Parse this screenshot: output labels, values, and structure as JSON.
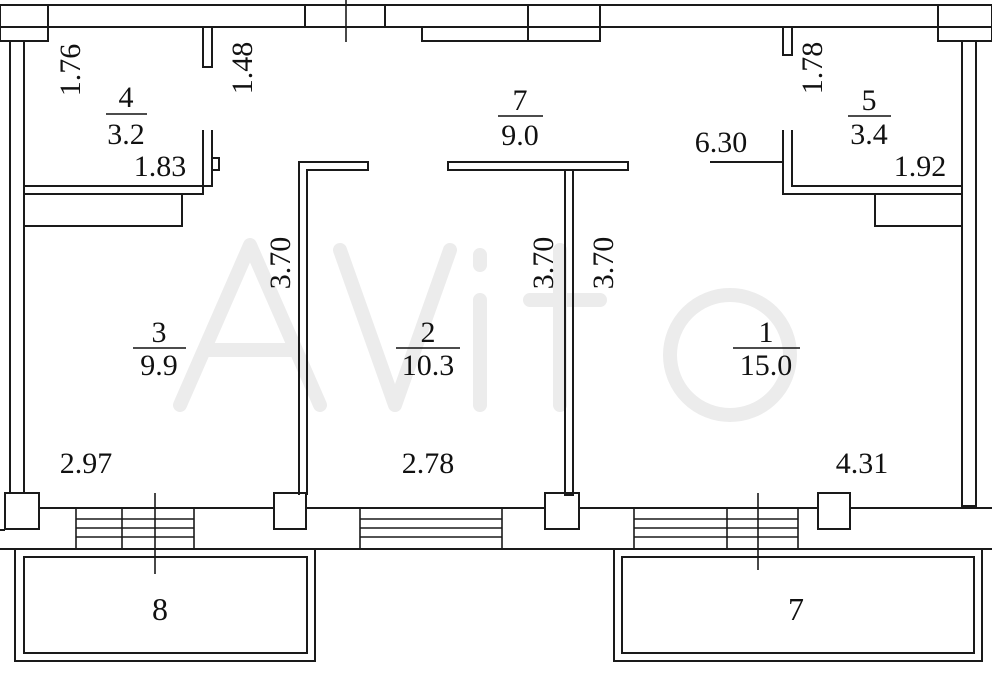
{
  "rooms": [
    {
      "number": "4",
      "area": "3.2"
    },
    {
      "number": "7",
      "area": "9.0"
    },
    {
      "number": "5",
      "area": "3.4"
    },
    {
      "number": "3",
      "area": "9.9"
    },
    {
      "number": "2",
      "area": "10.3"
    },
    {
      "number": "1",
      "area": "15.0"
    }
  ],
  "balconies": [
    {
      "number": "8"
    },
    {
      "number": "7"
    }
  ],
  "dimensions": {
    "room4_left": "1.76",
    "room4_right": "1.48",
    "room4_bottom": "1.83",
    "room5_left": "1.78",
    "room5_bottom": "1.92",
    "hall_right": "6.30",
    "room3_right": "3.70",
    "room2_right": "3.70",
    "room1_left": "3.70",
    "room3_bottom": "2.97",
    "room2_bottom": "2.78",
    "room1_bottom": "4.31"
  }
}
